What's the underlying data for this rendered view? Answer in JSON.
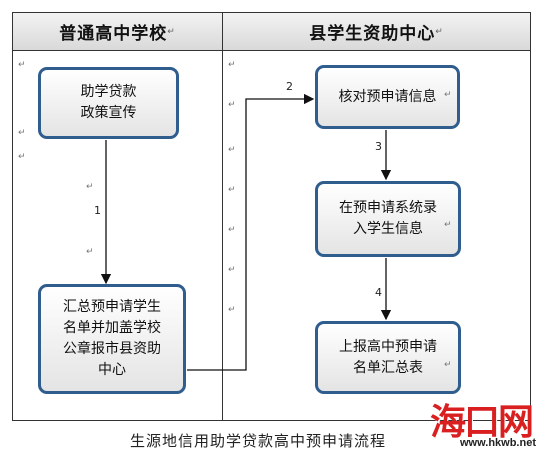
{
  "columns": {
    "left": "普通高中学校",
    "right": "县学生资助中心"
  },
  "boxes": {
    "policy": [
      "助学贷款",
      "政策宣传"
    ],
    "summary": [
      "汇总预申请学生",
      "名单并加盖学校",
      "公章报市县资助",
      "中心"
    ],
    "verify": [
      "核对预申请信息"
    ],
    "enter": [
      "在预申请系统录",
      "入学生信息"
    ],
    "report": [
      "上报高中预申请",
      "名单汇总表"
    ]
  },
  "steps": [
    "1",
    "2",
    "3",
    "4"
  ],
  "paragraph_mark": "↵",
  "caption": "生源地信用助学贷款高中预申请流程",
  "watermark": {
    "logo": "海口网",
    "url": "www.hkwb.net"
  },
  "colors": {
    "box_border": "#2f5d8e",
    "logo": "#d91f1f"
  }
}
